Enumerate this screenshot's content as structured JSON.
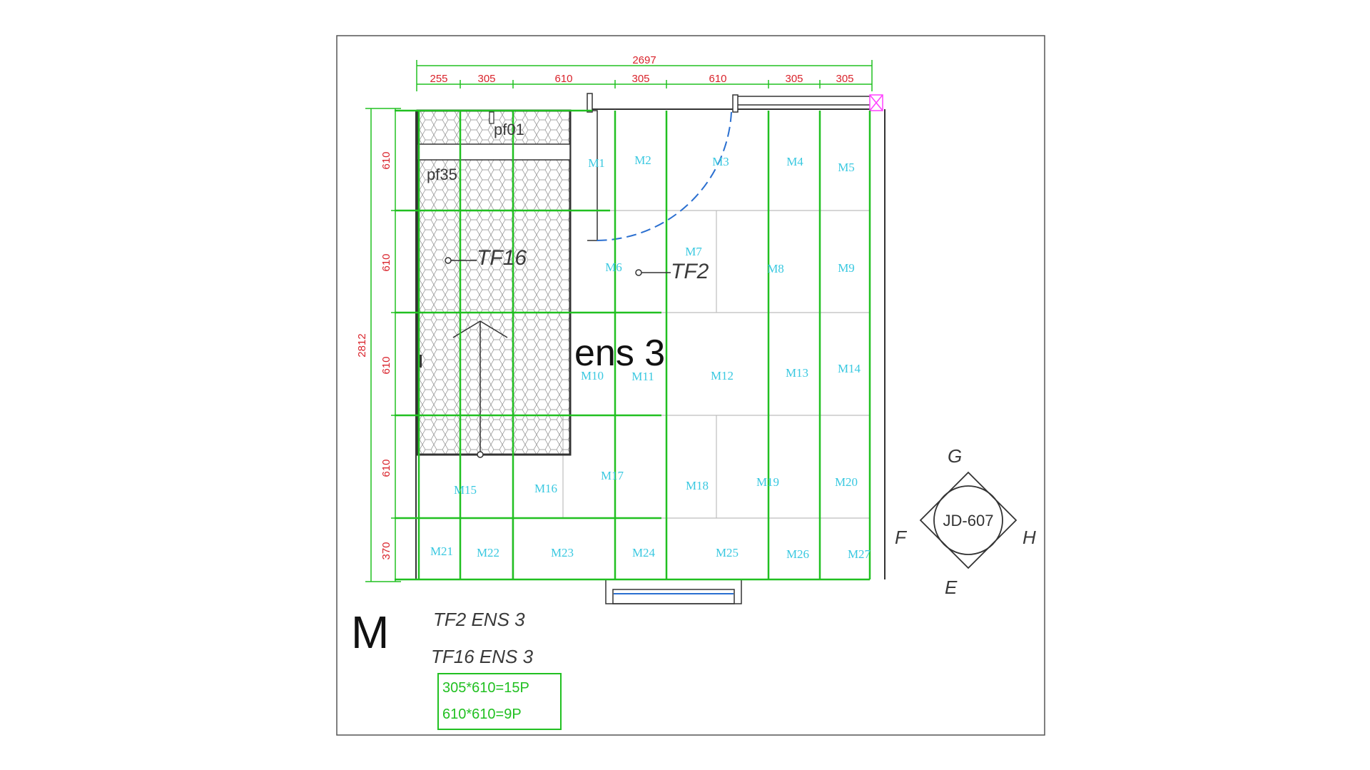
{
  "diagram": {
    "sheet_letter": "M",
    "room_label": "ens 3",
    "dimensions_top": {
      "total": "2697",
      "segments": [
        "255",
        "305",
        "610",
        "305",
        "610",
        "305",
        "305"
      ]
    },
    "dimensions_left": {
      "total": "2812",
      "segments": [
        "610",
        "610",
        "610",
        "610",
        "370"
      ]
    },
    "tiles": [
      "M1",
      "M2",
      "M3",
      "M4",
      "M5",
      "M6",
      "M7",
      "M8",
      "M9",
      "M10",
      "M11",
      "M12",
      "M13",
      "M14",
      "M15",
      "M16",
      "M17",
      "M18",
      "M19",
      "M20",
      "M21",
      "M22",
      "M23",
      "M24",
      "M25",
      "M26",
      "M27"
    ],
    "area_labels": {
      "pf01": "pf01",
      "pf35": "pf35",
      "tf16": "TF16",
      "tf2": "TF2"
    },
    "notes": [
      "TF2 ENS 3",
      "TF16 ENS 3"
    ],
    "legend": [
      "305*610=15P",
      "610*610=9P"
    ],
    "compass": {
      "code": "JD-607",
      "top": "G",
      "left": "F",
      "right": "H",
      "bottom": "E"
    },
    "colors": {
      "dimension": "#d9232b",
      "grid": "#21c021",
      "tile_label": "#39c8e0",
      "door_arc": "#2a6fd0"
    }
  }
}
